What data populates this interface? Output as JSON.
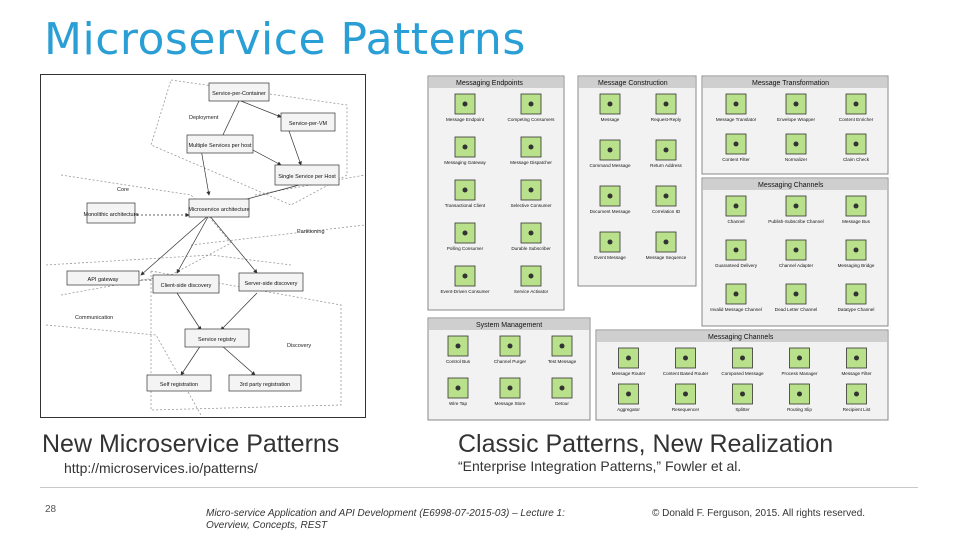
{
  "slide": {
    "title": "Microservice Patterns",
    "left_caption": "New Microservice Patterns",
    "left_url": "http://microservices.io/patterns/",
    "right_caption": "Classic Patterns, New Realization",
    "right_subcaption": "“Enterprise Integration Patterns,” Fowler et al.",
    "page_number": "28",
    "course": "Micro-service Application and API Development (E6998-07-2015-03) – Lecture 1: Overview, Concepts, REST",
    "copyright": "© Donald F. Ferguson, 2015. All rights reserved."
  },
  "left_diagram": {
    "regions": [
      "Deployment",
      "Core",
      "Partitioning",
      "Communication",
      "Discovery"
    ],
    "nodes": {
      "spc": "Service-per-Container",
      "spvm": "Service-per-VM",
      "msph": "Multiple Services per host",
      "ssph": "Single Service per Host",
      "mono": "Monolithic architecture",
      "msa": "Microservice architecture",
      "apigw": "API gateway",
      "csd": "Client-side discovery",
      "ssd": "Server-side discovery",
      "reg": "Service registry",
      "selfreg": "Self registration",
      "tpreg": "3rd party registration"
    }
  },
  "right_diagram": {
    "messaging_endpoints": {
      "title": "Messaging Endpoints",
      "items": [
        "Message Endpoint",
        "Competing Consumers",
        "Messaging Gateway",
        "Message Dispatcher",
        "Transactional Client",
        "Selective Consumer",
        "Polling Consumer",
        "Durable Subscriber",
        "Event-Driven Consumer",
        "Service Activator"
      ]
    },
    "message_construction": {
      "title": "Message Construction",
      "items": [
        "Message",
        "Request-Reply",
        "Command Message",
        "Return Address",
        "Document Message",
        "Correlation ID",
        "Event Message",
        "Message Sequence"
      ]
    },
    "message_transformation": {
      "title": "Message Transformation",
      "items": [
        "Message Translator",
        "Envelope Wrapper",
        "Content Enricher",
        "Content Filter",
        "Normalizer",
        "Claim Check"
      ]
    },
    "messaging_channels_top": {
      "title": "Messaging Channels",
      "items": [
        "Channel",
        "Publish-Subscribe Channel",
        "Message Bus",
        "Guaranteed Delivery",
        "Channel Adapter",
        "Messaging Bridge",
        "Invalid Message Channel",
        "Dead Letter Channel",
        "Datatype Channel"
      ]
    },
    "system_management": {
      "title": "System Management",
      "items": [
        "Control Bus",
        "Channel Purger",
        "Test Message",
        "Wire Tap",
        "Message Store",
        "Detour"
      ]
    },
    "messaging_channels_bottom": {
      "title": "Messaging Channels",
      "items": [
        "Message Router",
        "Content Based Router",
        "Composed Message",
        "Process Manager",
        "Message Filter",
        "Aggregator",
        "Resequencer",
        "Splitter",
        "Routing Slip",
        "Recipient List"
      ]
    }
  }
}
